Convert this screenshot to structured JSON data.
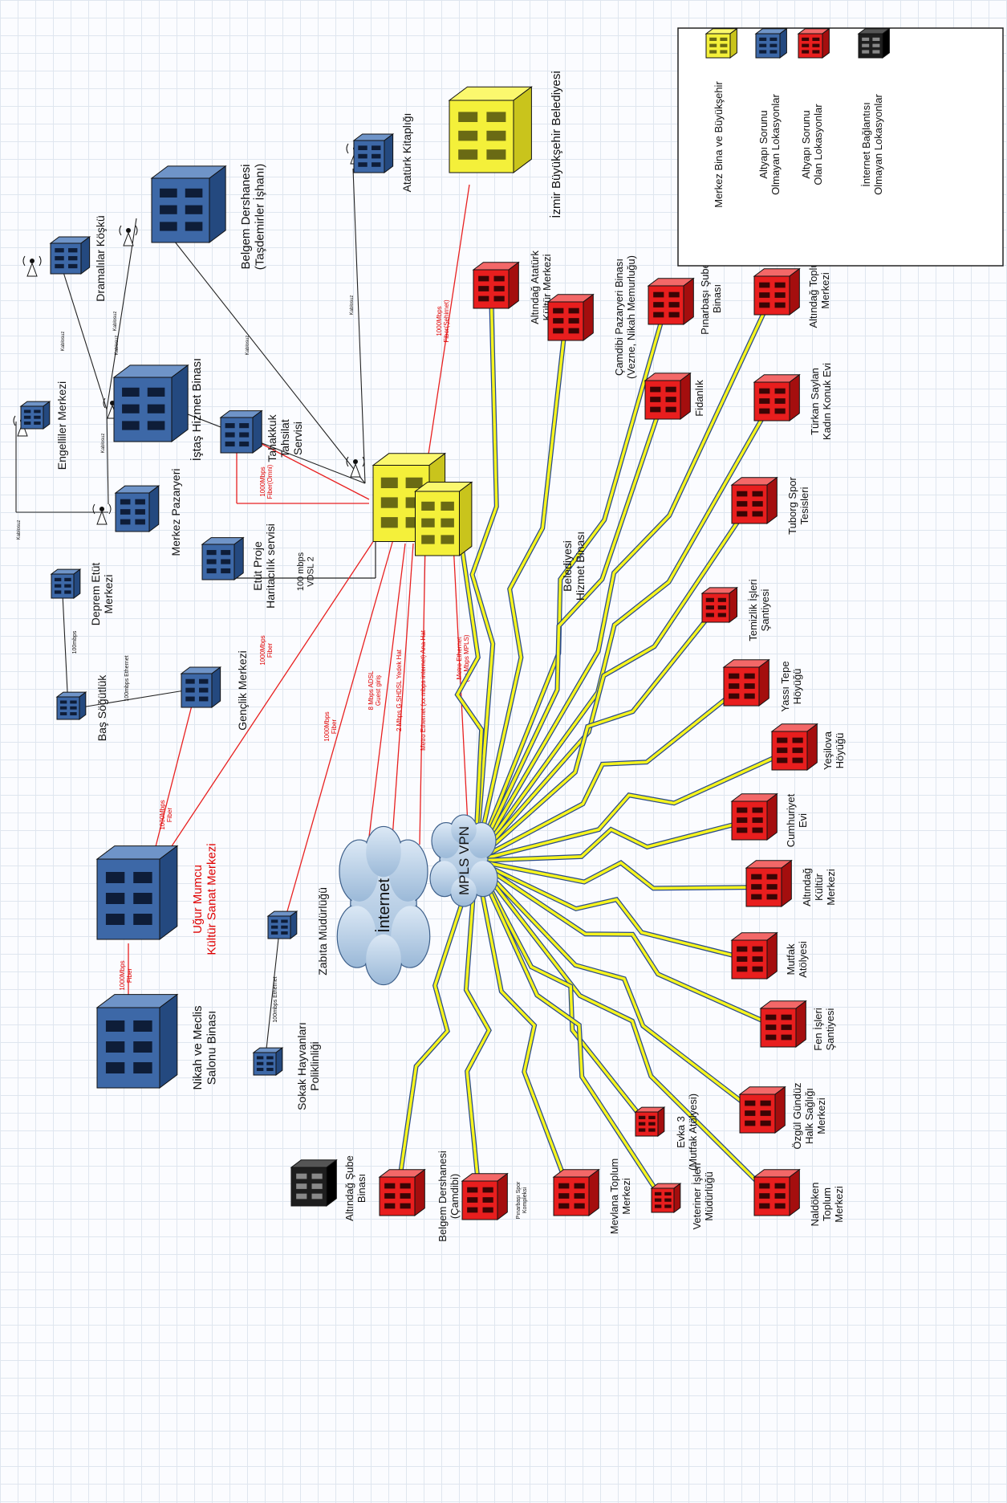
{
  "legend": {
    "items": [
      {
        "type": "yellow",
        "text": "Merkez Bina ve Büyükşehir"
      },
      {
        "type": "blue",
        "text": "Altyapı Sorunu\nOlmayan Lokasyonlar"
      },
      {
        "type": "red",
        "text": "Altyapı Sorunu\nOlan Lokasyonlar"
      },
      {
        "type": "black",
        "text": "İnternet Bağlantısı\nOlmayan Lokasyonlar"
      }
    ]
  },
  "clouds": {
    "internet": "İnternet",
    "mpls": "MPLS VPN"
  },
  "hub": {
    "label": "Belediyesi\nHizmet Binası"
  },
  "izmir": {
    "label": "İzmir Büyükşehir Belediyesi"
  },
  "blue_nodes": [
    {
      "key": "nikah",
      "text": "Nikah ve Meclis\nSalonu Binası"
    },
    {
      "key": "ugur",
      "text": "Uğur Mumcu\nKültür Sanat Merkezi",
      "red": true
    },
    {
      "key": "sokak",
      "text": "Sokak Hayvanları\nPoliklinliği"
    },
    {
      "key": "zabita",
      "text": "Zabıta Müdürlüğü"
    },
    {
      "key": "genclik",
      "text": "Gençlik Merkezi"
    },
    {
      "key": "bassogutluk",
      "text": "Baş Söğütlük"
    },
    {
      "key": "deprem",
      "text": "Deprem Etüt\nMerkezi"
    },
    {
      "key": "etut",
      "text": "Etüt Proje\nHaritacılık servisi"
    },
    {
      "key": "merkezpazar",
      "text": "Merkez Pazaryeri"
    },
    {
      "key": "engelliler",
      "text": "Engelliler Merkezi"
    },
    {
      "key": "istas",
      "text": "İştaş Hizmet Binası"
    },
    {
      "key": "tahakkuk",
      "text": "Tahakkuk\nTahsilat\nServisi"
    },
    {
      "key": "dramalilar",
      "text": "Dramalılar Köşkü"
    },
    {
      "key": "belgem1",
      "text": "Belgem Dershanesi\n(Taşdemirler İşhanı)"
    },
    {
      "key": "ataturk",
      "text": "Atatürk Kitaplığı"
    }
  ],
  "red_nodes": [
    {
      "key": "altindagataturk",
      "text": "Altındağ Atatürk\nKültür Merkezi"
    },
    {
      "key": "camdibi",
      "text": "Çamdibi Pazaryeri Binası\n(Vezne, Nikah Memurluğu)"
    },
    {
      "key": "pinarbasi",
      "text": "Pınarbaşı Şube\nBinası"
    },
    {
      "key": "altindagtoplum",
      "text": "Altındağ Toplum\nMerkezi"
    },
    {
      "key": "fidanlik",
      "text": "Fidanlık"
    },
    {
      "key": "turkan",
      "text": "Türkan Saylan\nKadın Konuk Evi"
    },
    {
      "key": "tuborg",
      "text": "Tuborg Spor\nTesisleri"
    },
    {
      "key": "temizlik",
      "text": "Temizlik İşleri\nŞantiyesi"
    },
    {
      "key": "yassitepe",
      "text": "Yassı Tepe\nHöyüğü"
    },
    {
      "key": "yesilova",
      "text": "Yeşilova\nHöyüğü"
    },
    {
      "key": "cumhuriyet",
      "text": "Cumhuriyet\nEvi"
    },
    {
      "key": "altindagkultur",
      "text": "Altındağ\nKültür\nMerkezi"
    },
    {
      "key": "mutfak",
      "text": "Mutfak\nAtölyesi"
    },
    {
      "key": "fenisleri",
      "text": "Fen İşleri\nŞantiyesi"
    },
    {
      "key": "ozgul",
      "text": "Özgül Gündüz\nHalk Sağlığı\nMerkezi"
    },
    {
      "key": "naldoken",
      "text": "Naldöken\nToplum\nMerkezi"
    },
    {
      "key": "evka3",
      "text": "Evka 3\n(Mutfak Atölyesi)"
    },
    {
      "key": "veteriner",
      "text": "Veteriner İşleri\nMüdürlüğü"
    },
    {
      "key": "mevlana",
      "text": "Mevlana Toplum\nMerkezi"
    },
    {
      "key": "pinarbasispor",
      "text": "Pınarbaşı Spor\nKompleksi"
    },
    {
      "key": "belgemcamdibi",
      "text": "Belgem Dershanesi\n(Çamdibi)"
    }
  ],
  "black_nodes": [
    {
      "key": "altindagsube",
      "text": "Altındağ Şube\nBinası"
    }
  ],
  "link_labels": {
    "izmir": "1000Mbps\nFiber(Şehirnet)",
    "ugur_hub": "1000Mbps\nFiber",
    "ugur_genclik": "1000Mbps\nFiber",
    "nikah_ugur": "1000Mbps\nFiber",
    "zabita": "1000Mbps\nFiber",
    "tahakkuk": "1000Mbps\nFiber(Omni)",
    "etut": "100 mbps\nVDSL 2",
    "adsl": "8 Mbps ADSL\nGuest giriş",
    "shdsl": "2 Mbps G.SHDSL Yedek Hat",
    "metro_internet": "Metro Ethernet (xx mbps internet) Ana Hat",
    "metro_mpls": "Metro Ethernet\n(xx Mbps MPLS)",
    "sokak": "100mbps Ethernet",
    "bas_genclik": "100mbps Ethernet",
    "bas_deprem": "100mbps",
    "kablosuz": "Kablosuz"
  }
}
